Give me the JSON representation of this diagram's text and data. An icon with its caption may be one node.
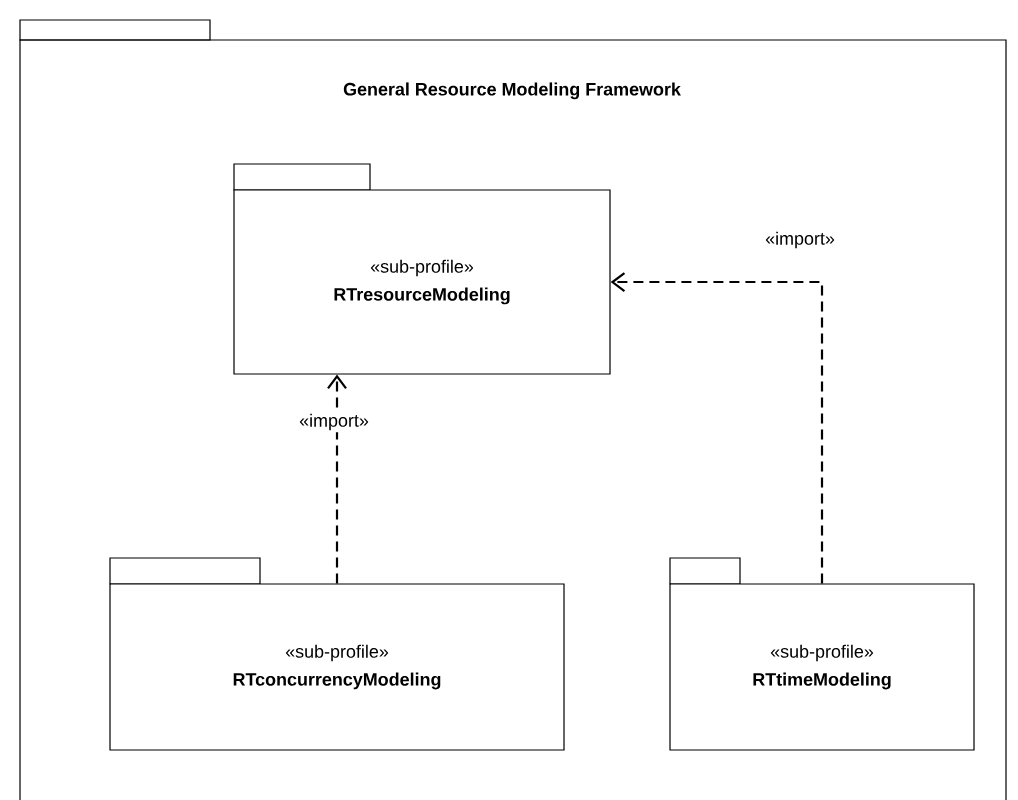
{
  "diagram": {
    "nodes": [
      {
        "text": [
          "General Resource Modeling Framework"
        ]
      },
      {
        "text": [
          "«sub-profile»",
          "RTresourceModeling"
        ],
        "in": 0
      },
      {
        "text": [
          "«sub-profile»",
          "RTconcurrencyModeling"
        ],
        "in": 0
      },
      {
        "text": [
          "«sub-profile»",
          "RTtimeModeling"
        ],
        "in": 0
      }
    ],
    "edges": [
      {
        "from": 2,
        "to": 1,
        "arrow": "to",
        "label": "«import»",
        "style": "dashed"
      },
      {
        "from": 3,
        "to": 1,
        "arrow": "to",
        "label": "«import»",
        "style": "dashed"
      }
    ]
  }
}
